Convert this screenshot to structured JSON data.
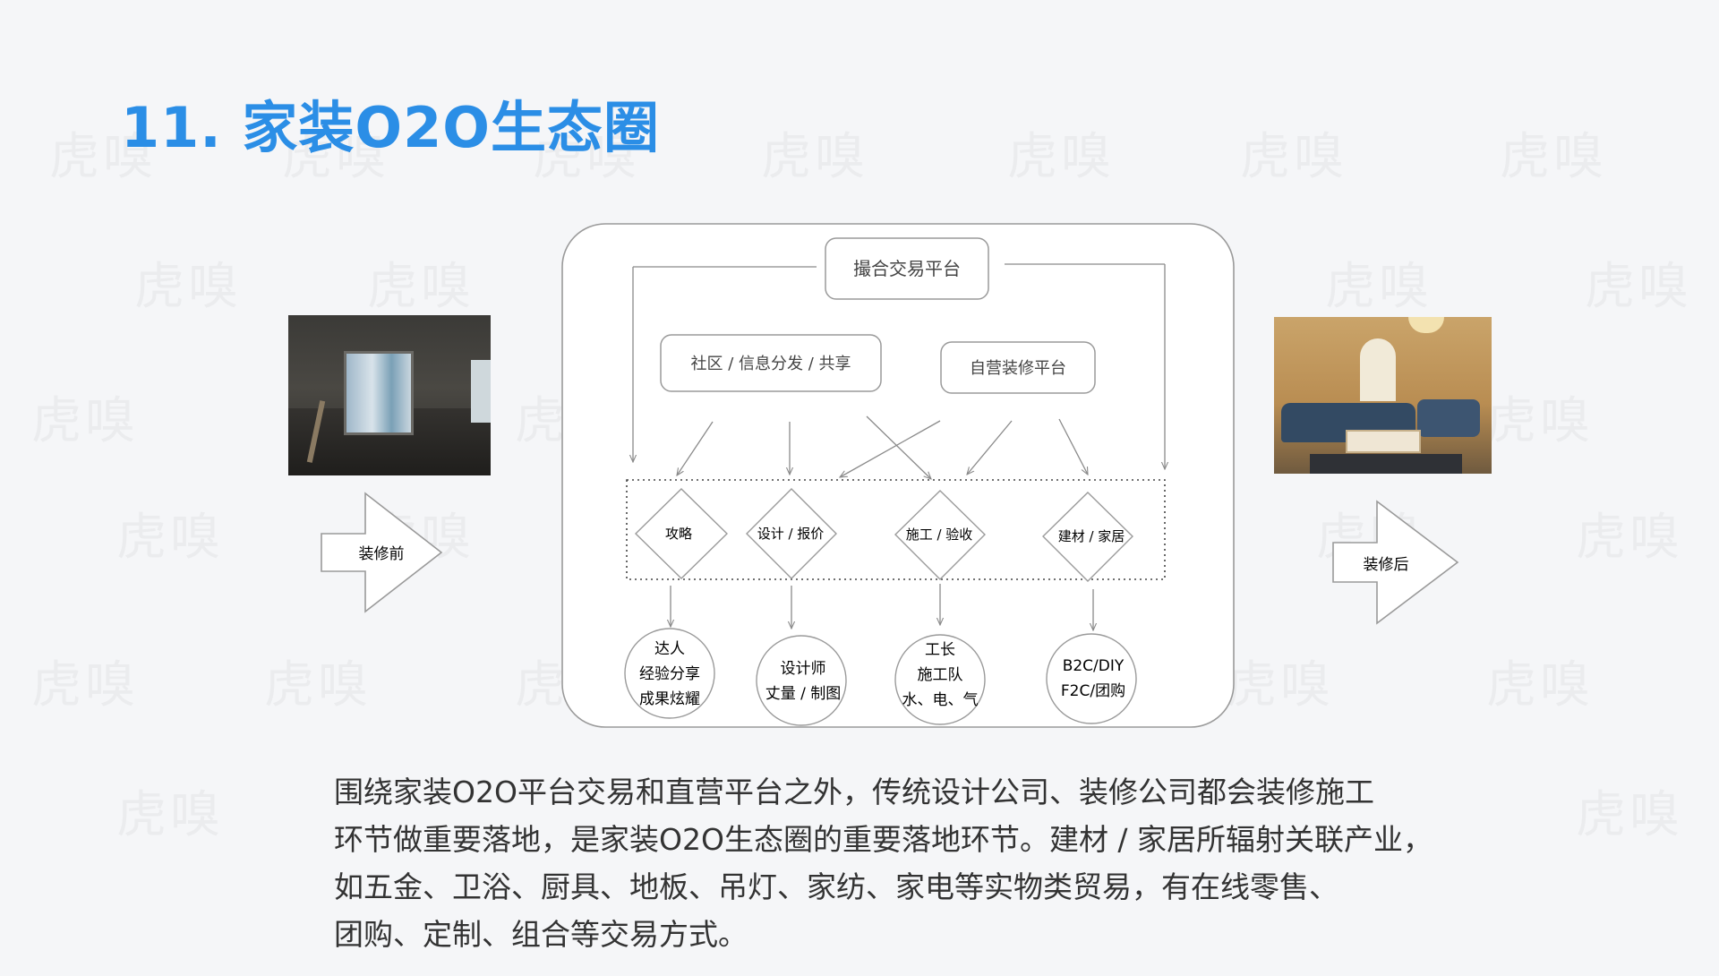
{
  "title": "11. 家装O2O生态圈",
  "watermark": "虎嗅",
  "before": {
    "label": "装修前"
  },
  "after": {
    "label": "装修后"
  },
  "diagram": {
    "top_platform": "撮合交易平台",
    "community": "社区 / 信息分发 / 共享",
    "self_platform": "自营装修平台",
    "diamonds": [
      "攻略",
      "设计 / 报价",
      "施工 / 验收",
      "建材 / 家居"
    ],
    "circles": [
      [
        "达人",
        "经验分享",
        "成果炫耀"
      ],
      [
        "设计师",
        "丈量 / 制图"
      ],
      [
        "工长",
        "施工队",
        "水、电、气"
      ],
      [
        "B2C/DIY",
        "F2C/团购"
      ]
    ]
  },
  "description": [
    "围绕家装O2O平台交易和直营平台之外，传统设计公司、装修公司都会装修施工",
    "环节做重要落地，是家装O2O生态圈的重要落地环节。建材 / 家居所辐射关联产业，",
    "如五金、卫浴、厨具、地板、吊灯、家纺、家电等实物类贸易，有在线零售、",
    "团购、定制、组合等交易方式。"
  ],
  "colors": {
    "title": "#2b8ee6",
    "line": "#8a8a8a",
    "background": "#f5f6f8"
  }
}
